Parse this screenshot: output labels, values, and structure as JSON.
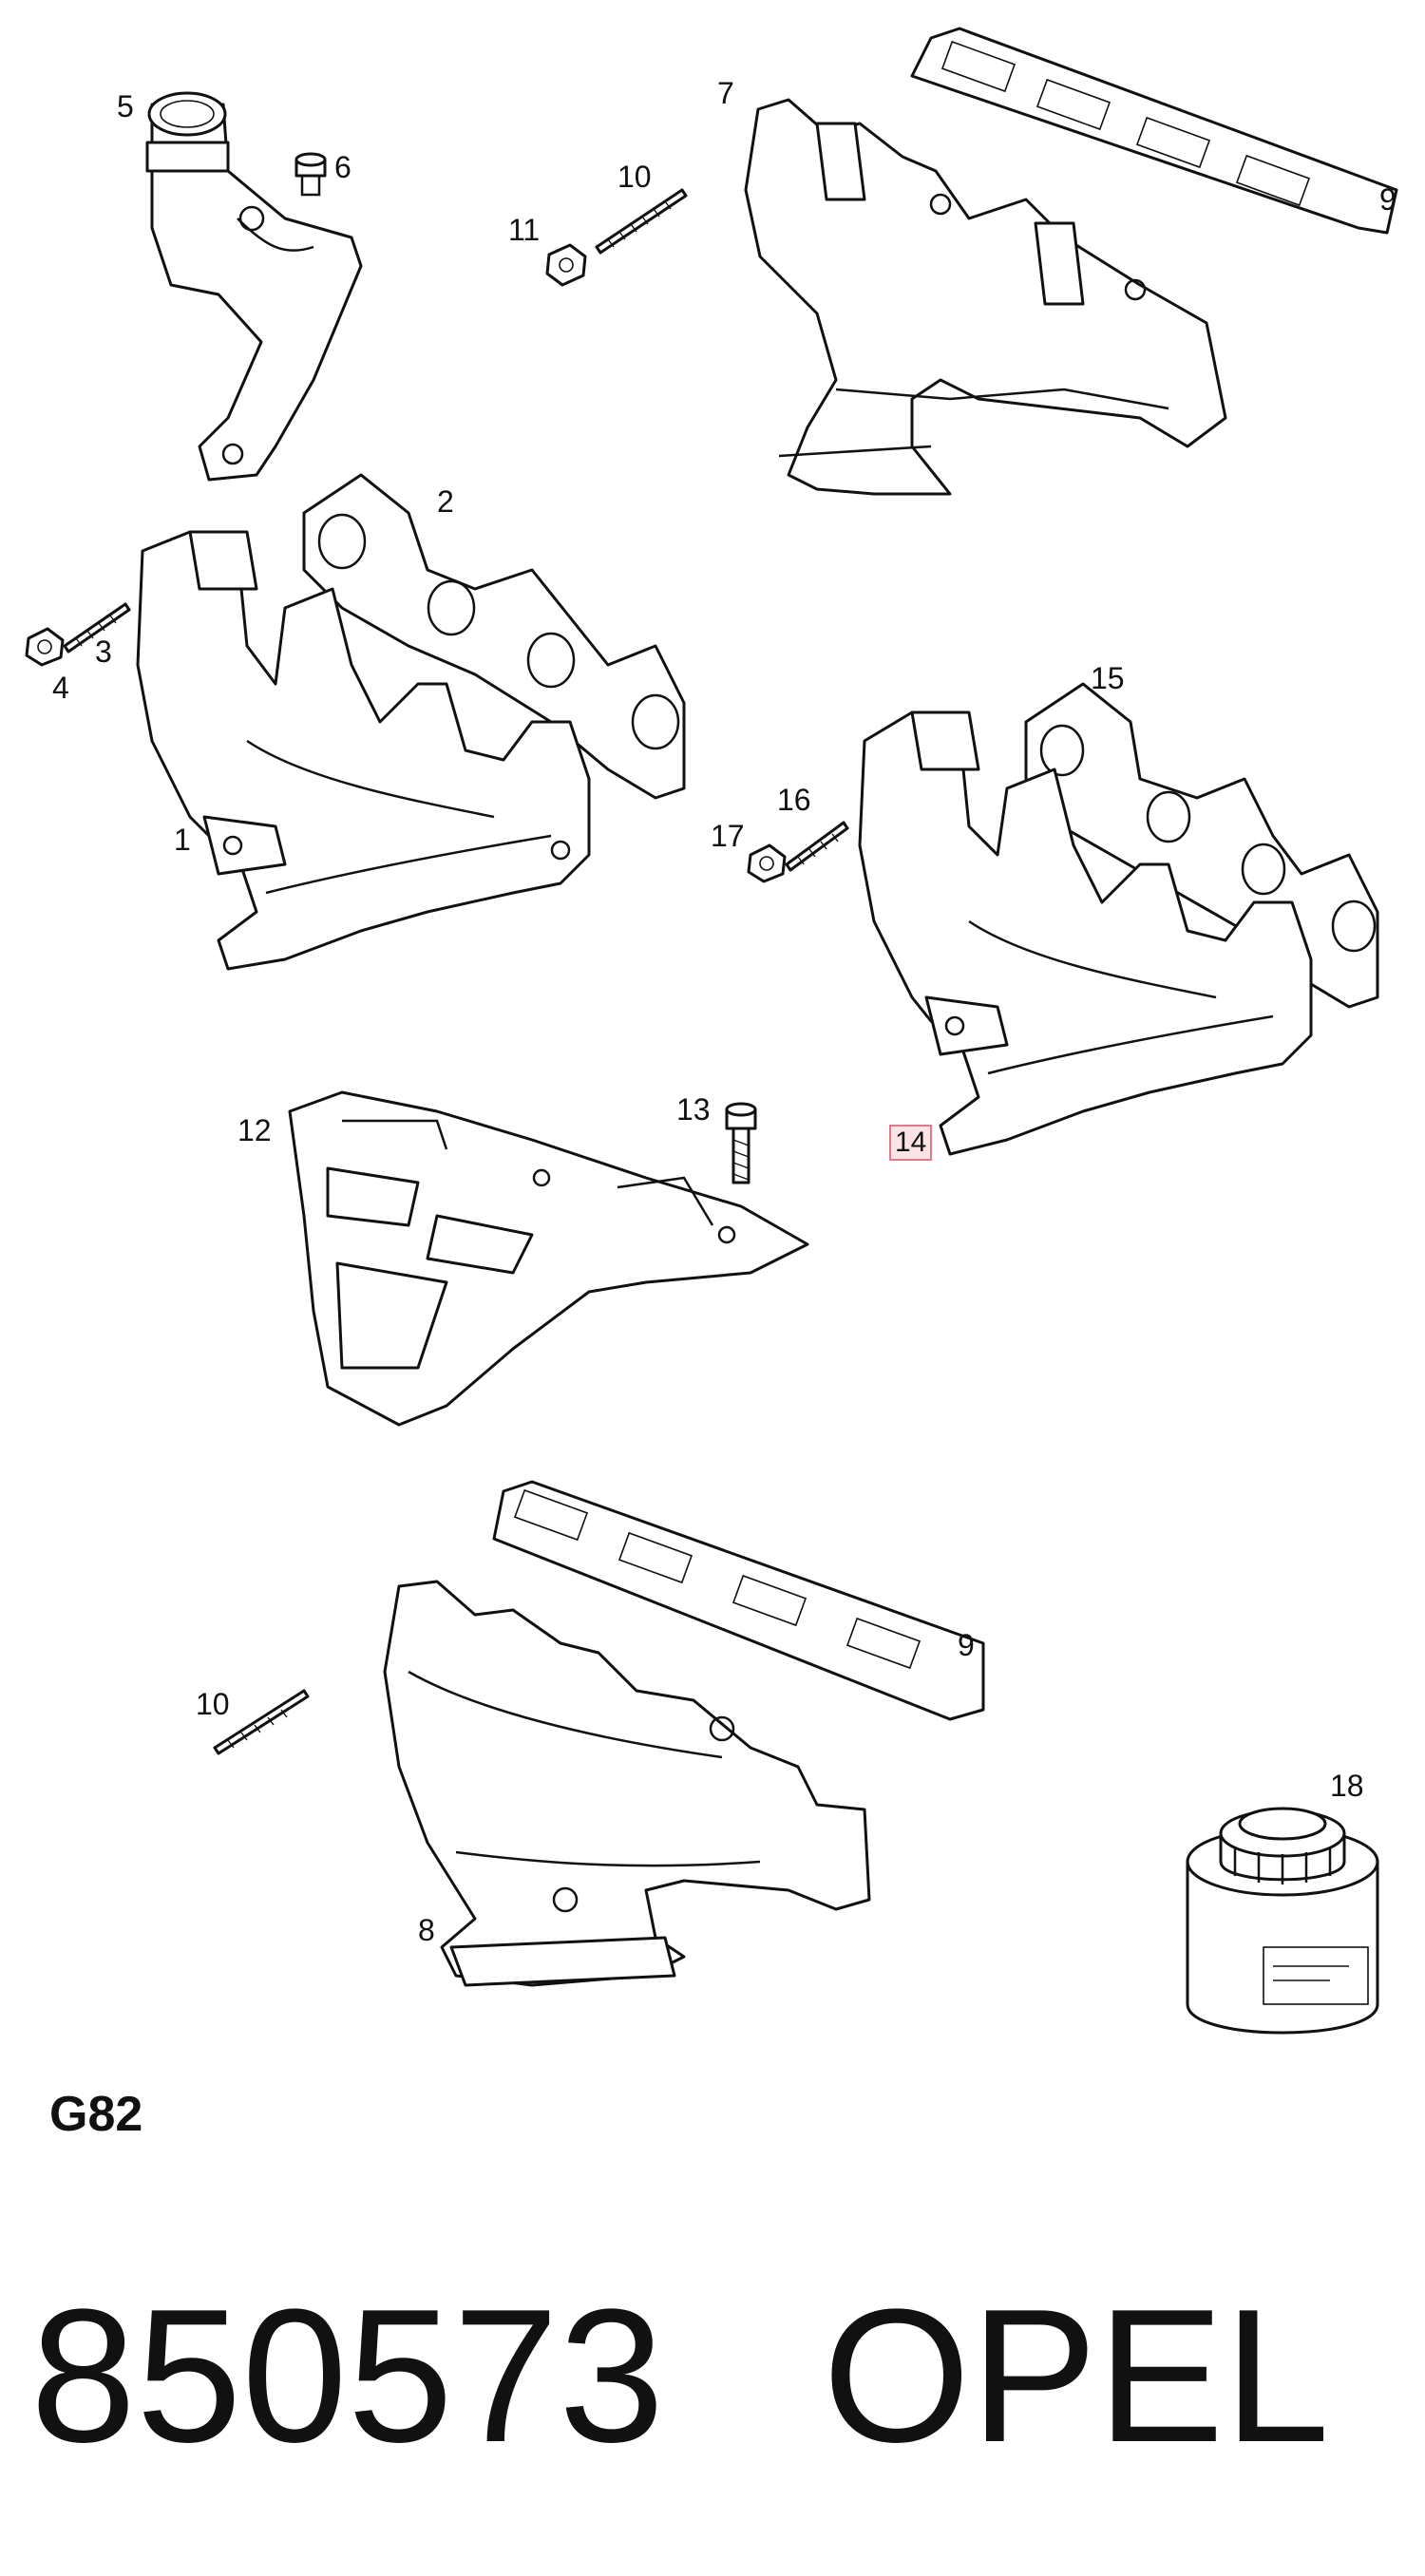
{
  "callouts": {
    "c1": "1",
    "c2": "2",
    "c3": "3",
    "c4": "4",
    "c5": "5",
    "c6": "6",
    "c7": "7",
    "c8": "8",
    "c9a": "9",
    "c9b": "9",
    "c10a": "10",
    "c10b": "10",
    "c11": "11",
    "c12": "12",
    "c13": "13",
    "c14": "14",
    "c15": "15",
    "c16": "16",
    "c17": "17",
    "c18": "18"
  },
  "highlight": {
    "label": "14",
    "color": "#e07a86"
  },
  "section_code": "G82",
  "part_number": "850573",
  "brand": "OPEL"
}
